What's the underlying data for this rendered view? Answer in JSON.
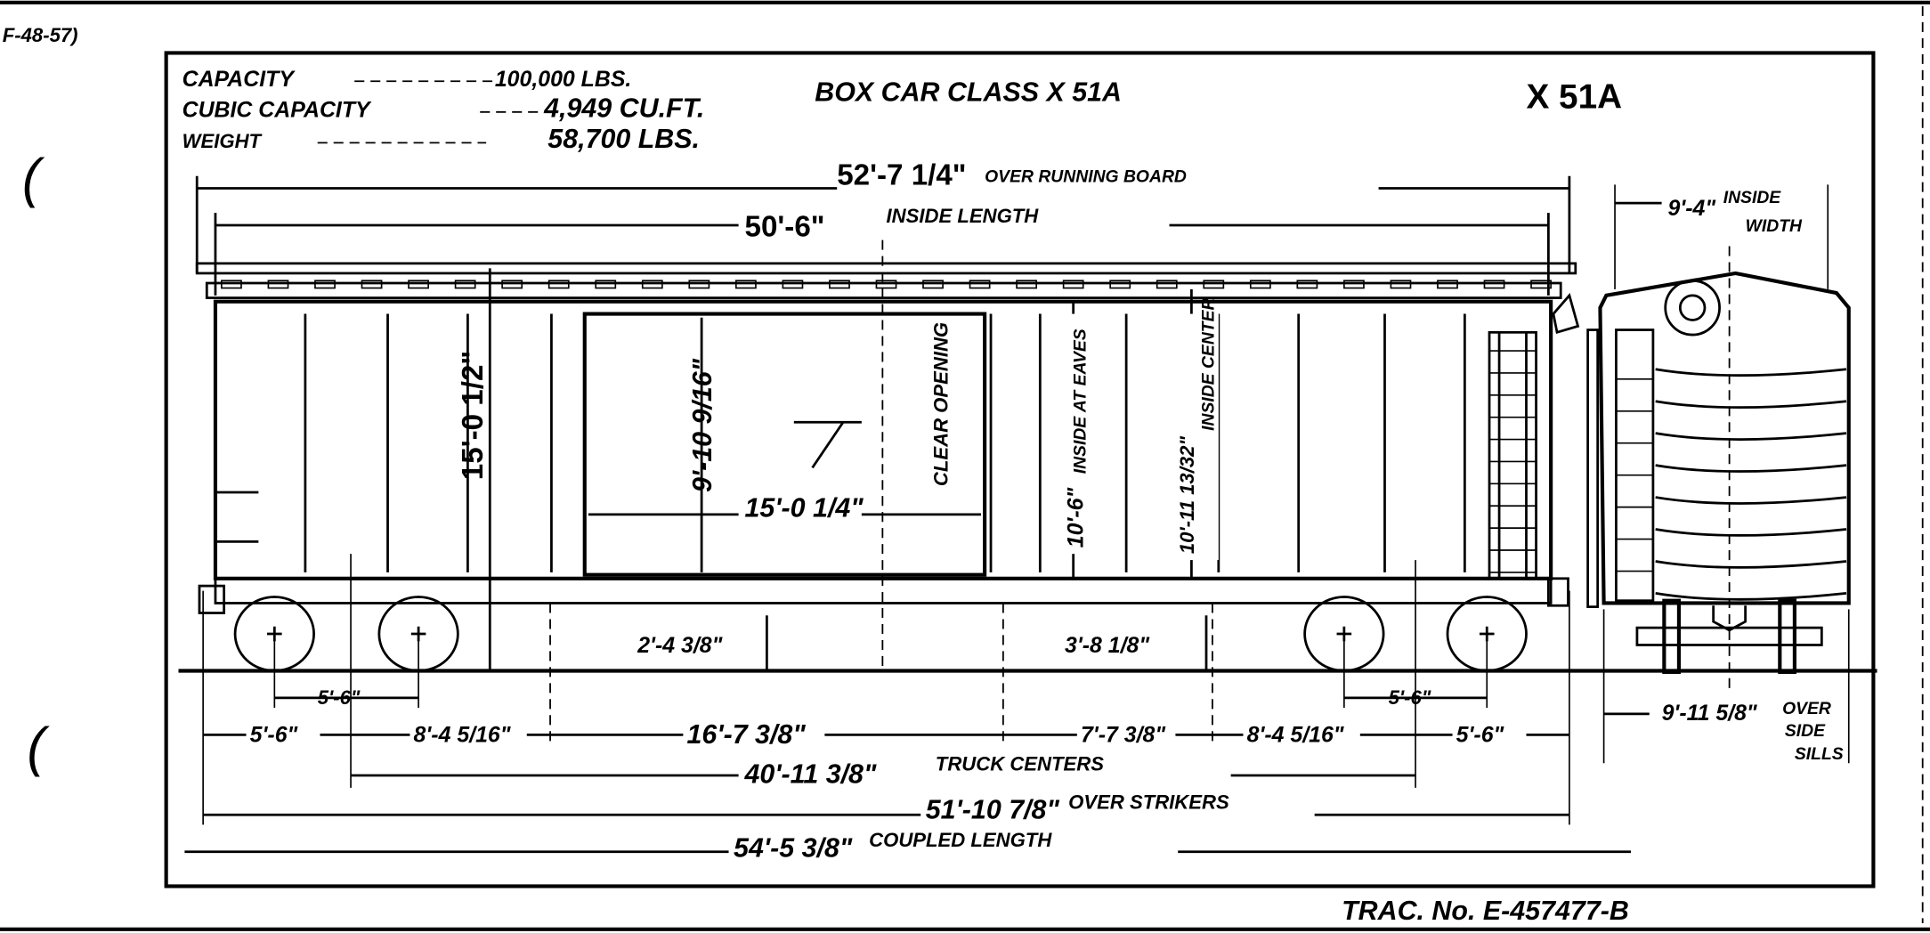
{
  "drawing_ref": "F-48-57)",
  "specs": {
    "capacity_label": "CAPACITY",
    "capacity_value": "100,000 LBS.",
    "cubic_label": "CUBIC CAPACITY",
    "cubic_value": "4,949 CU.FT.",
    "weight_label": "WEIGHT",
    "weight_value": "58,700 LBS."
  },
  "title": "BOX CAR  CLASS  X 51A",
  "class_mark": "X 51A",
  "dimensions": {
    "running_board": {
      "value": "52'-7 1/4\"",
      "label": "OVER RUNNING BOARD"
    },
    "inside_length": {
      "value": "50'-6\"",
      "label": "INSIDE LENGTH"
    },
    "overall_height": {
      "value": "15'-0 1/2\""
    },
    "door_height": {
      "value": "9'-10 9/16\""
    },
    "door_width": {
      "value": "15'-0 1/4\""
    },
    "clear_opening": {
      "label": "CLEAR OPENING"
    },
    "eaves": {
      "value": "10'-6\"",
      "label": "INSIDE AT EAVES"
    },
    "center": {
      "value": "10'-11 13/32\"",
      "label": "INSIDE CENTER"
    },
    "floor_height_left": {
      "value": "2'-4 3/8\""
    },
    "floor_height_right": {
      "value": "3'-8 1/8\""
    },
    "wheelbase_left": {
      "value": "5'-6\""
    },
    "wheelbase_right": {
      "value": "5'-6\""
    },
    "row": [
      "5'-6\"",
      "8'-4 5/16\"",
      "16'-7 3/8\"",
      "7'-7 3/8\"",
      "8'-4 5/16\"",
      "5'-6\""
    ],
    "truck_centers": {
      "value": "40'-11 3/8\"",
      "label": "TRUCK CENTERS"
    },
    "over_strikers": {
      "value": "51'-10 7/8\"",
      "label": "OVER STRIKERS"
    },
    "coupled_length": {
      "value": "54'-5 3/8\"",
      "label": "COUPLED LENGTH"
    },
    "inside_width": {
      "value": "9'-4\"",
      "label1": "INSIDE",
      "label2": "WIDTH"
    },
    "side_sills": {
      "value": "9'-11 5/8\"",
      "label1": "OVER",
      "label2": "SIDE",
      "label3": "SILLS"
    }
  },
  "tracing_number": "TRAC. No. E-457477-B"
}
